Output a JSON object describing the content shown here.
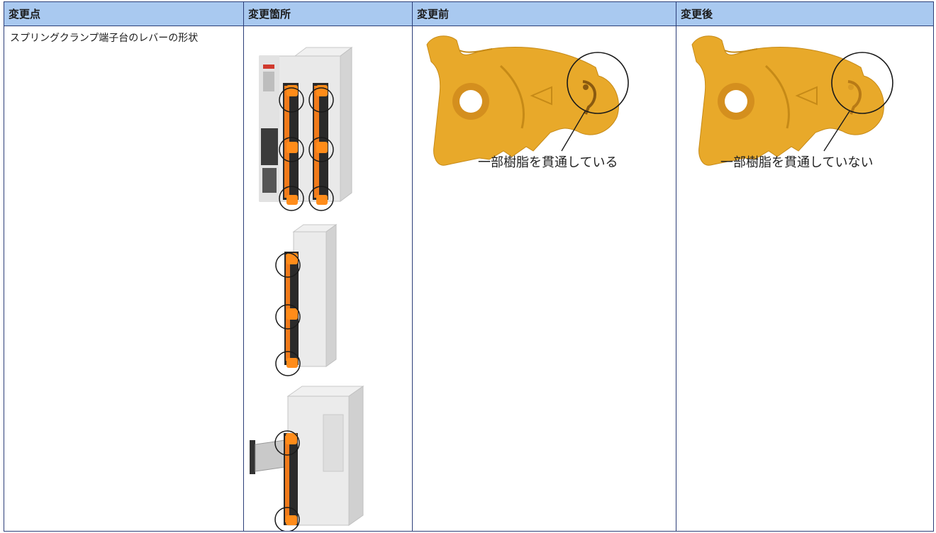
{
  "headers": {
    "change_point": "変更点",
    "change_location": "変更箇所",
    "before": "変更前",
    "after": "変更後"
  },
  "row": {
    "change_point_text": "スプリングクランプ端子台のレバーの形状",
    "before_callout": "一部樹脂を貫通している",
    "after_callout": "一部樹脂を貫通していない"
  },
  "colors": {
    "header_bg": "#a9c9f0",
    "border": "#2c3e78",
    "lever_orange": "#e8a92a",
    "module_gray": "#e6e6e6"
  }
}
